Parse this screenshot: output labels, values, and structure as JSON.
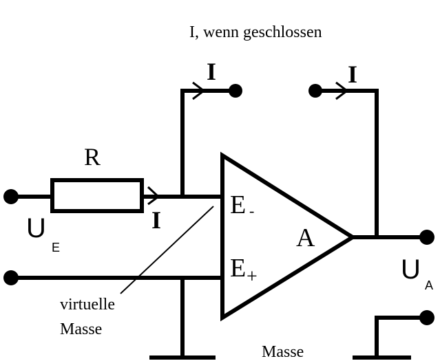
{
  "diagram": {
    "title_note": "I, wenn geschlossen",
    "labels": {
      "resistor": "R",
      "current_top_left": "I",
      "current_top_right": "I",
      "current_input": "I",
      "input_voltage_main": "U",
      "input_voltage_sub": "E",
      "output_voltage_main": "U",
      "output_voltage_sub": "A",
      "inverting_input_main": "E",
      "inverting_input_sub": "-",
      "noninverting_input_main": "E",
      "noninverting_input_sub": "+",
      "amplifier": "A",
      "virtual_ground_line1": "virtuelle",
      "virtual_ground_line2": "Masse",
      "ground": "Masse"
    },
    "colors": {
      "stroke": "#000000",
      "background": "#ffffff"
    }
  }
}
